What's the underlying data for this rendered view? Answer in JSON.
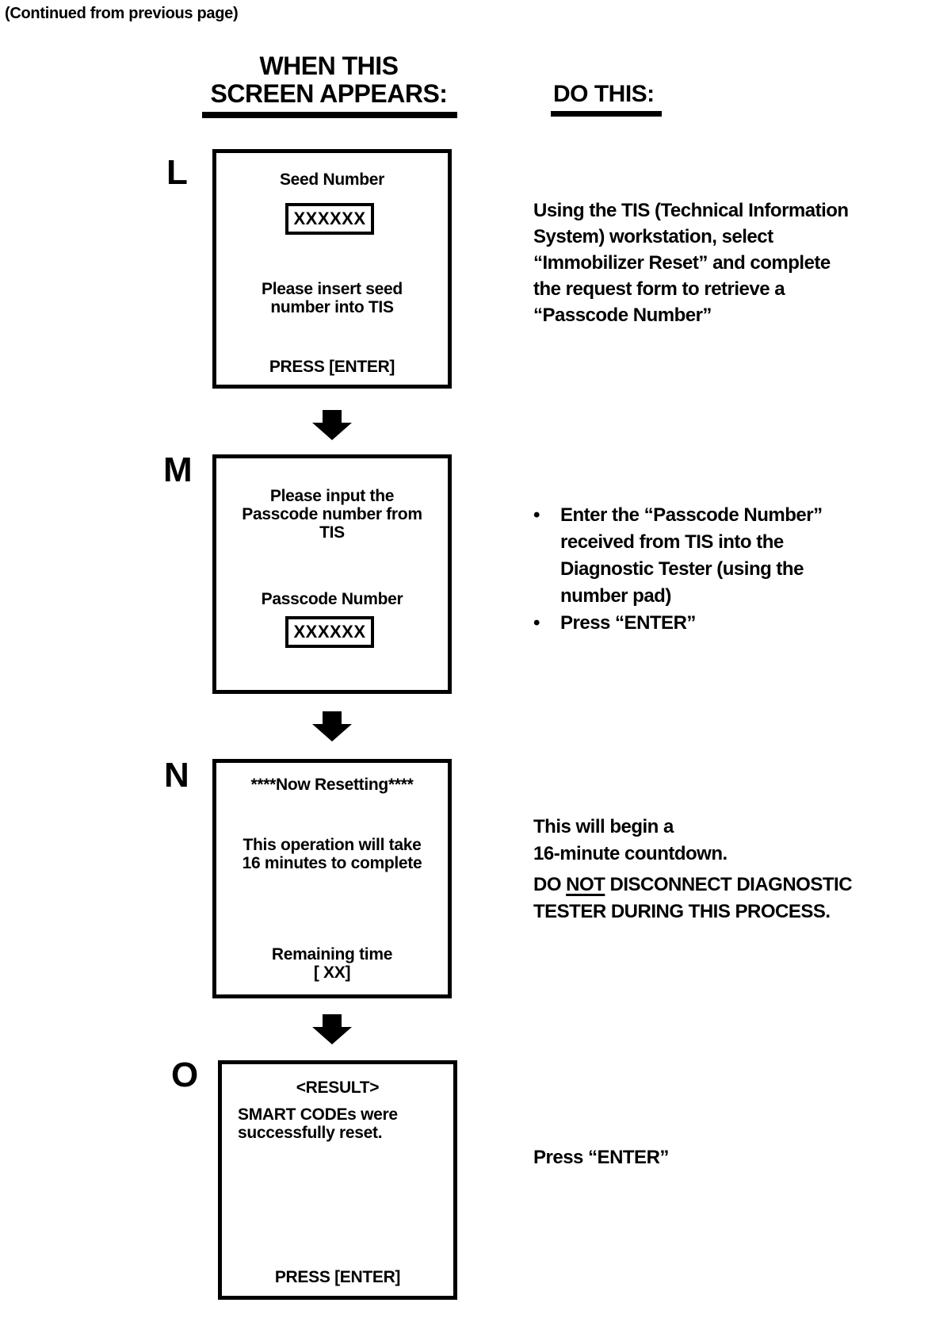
{
  "page": {
    "continued_note": "(Continued from previous page)"
  },
  "headers": {
    "screens_col_line1": "WHEN THIS",
    "screens_col_line2": "SCREEN APPEARS:",
    "actions_col": "DO THIS:"
  },
  "colors": {
    "ink": "#000000",
    "paper": "#ffffff"
  },
  "icons": {
    "bullet": "•",
    "arrow_down": "arrow-down"
  },
  "screens": {
    "L": {
      "label": "L",
      "title": "Seed Number",
      "field_value": "XXXXXX",
      "message_lines": [
        "Please insert seed",
        "number into TIS"
      ],
      "footer": "PRESS [ENTER]"
    },
    "M": {
      "label": "M",
      "message_lines": [
        "Please input the",
        "Passcode number from",
        "TIS"
      ],
      "field_label": "Passcode Number",
      "field_value": "XXXXXX"
    },
    "N": {
      "label": "N",
      "title": "****Now Resetting****",
      "message_lines": [
        "This operation will take",
        "16 minutes to complete"
      ],
      "footer_lines": [
        "Remaining time",
        "[ XX]"
      ]
    },
    "O": {
      "label": "O",
      "title": "<RESULT>",
      "message_lines": [
        "SMART CODEs were",
        "successfully reset."
      ],
      "footer": "PRESS [ENTER]"
    }
  },
  "instructions": {
    "L": {
      "lines": [
        "Using the TIS (Technical Information",
        "System) workstation, select",
        "“Immobilizer Reset” and complete",
        "the request form to retrieve a",
        "“Passcode Number”"
      ]
    },
    "M": {
      "bullets": [
        {
          "lines": [
            "Enter the “Passcode Number”",
            "received from TIS into the",
            "Diagnostic Tester (using the",
            "number pad)"
          ]
        },
        {
          "lines": [
            "Press “ENTER”"
          ]
        }
      ]
    },
    "N": {
      "para1_lines": [
        "This will begin a",
        "16-minute countdown."
      ],
      "para2_pre": "DO ",
      "para2_underlined": "NOT",
      "para2_post": " DISCONNECT DIAGNOSTIC",
      "para2_line2": "TESTER DURING THIS PROCESS."
    },
    "O": {
      "text": "Press “ENTER”"
    }
  }
}
